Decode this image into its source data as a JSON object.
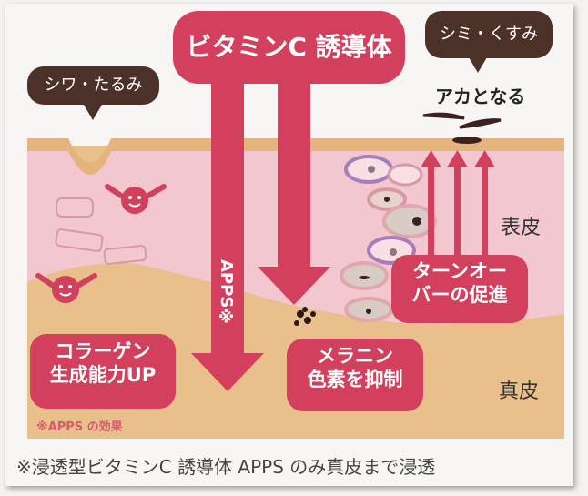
{
  "title": "ビタミンC 誘導体",
  "bubbles": {
    "wrinkles": "シワ・たるみ",
    "spots": "シミ・くすみ"
  },
  "aka_label": "アカとなる",
  "arrow_label": "APPS※",
  "boxes": {
    "collagen": [
      "コラーゲン",
      "生成能力UP"
    ],
    "melanin": [
      "メラニン",
      "色素を抑制"
    ],
    "turnover": [
      "ターンオー",
      "バーの促進"
    ]
  },
  "layers": {
    "epidermis": "表皮",
    "dermis": "真皮"
  },
  "apps_note": "※APPS の効果",
  "footnote": "※浸透型ビタミンC 誘導体 APPS のみ真皮まで浸透",
  "colors": {
    "accent": "#d3405e",
    "bubble": "#4b3128",
    "epidermis": "#f2c7cf",
    "dermis": "#e9bf8b"
  }
}
